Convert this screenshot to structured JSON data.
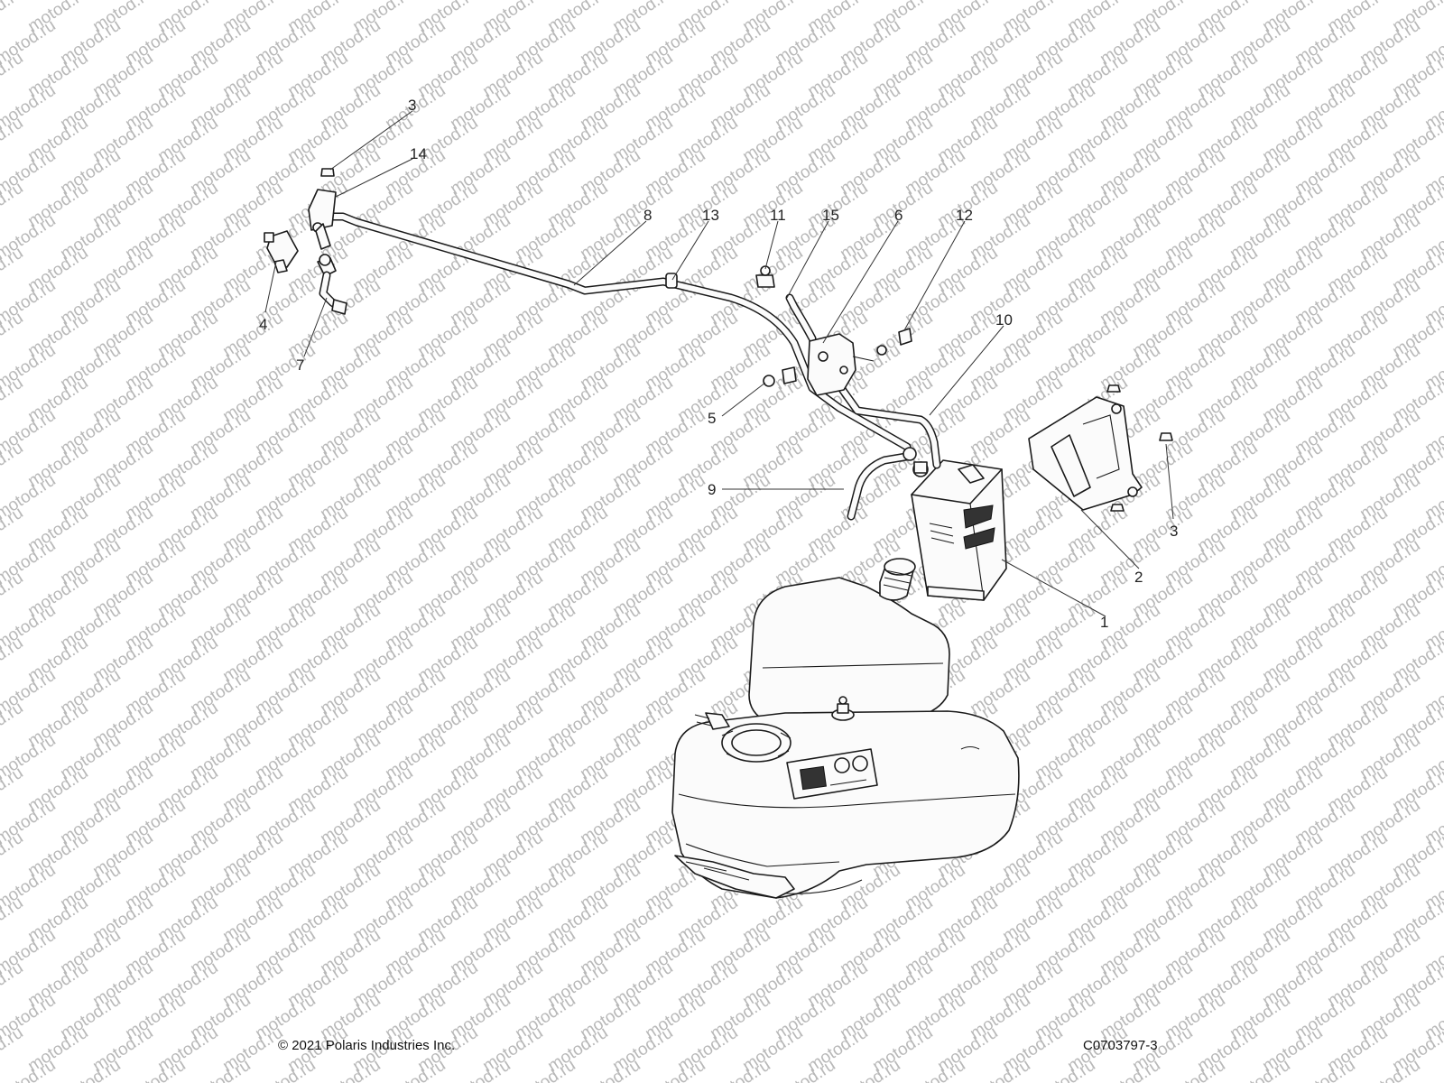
{
  "watermark": "motod.ru",
  "callouts": [
    {
      "id": "c1",
      "label": "1"
    },
    {
      "id": "c2",
      "label": "2"
    },
    {
      "id": "c3a",
      "label": "3"
    },
    {
      "id": "c3b",
      "label": "3"
    },
    {
      "id": "c4",
      "label": "4"
    },
    {
      "id": "c5",
      "label": "5"
    },
    {
      "id": "c6",
      "label": "6"
    },
    {
      "id": "c7",
      "label": "7"
    },
    {
      "id": "c8",
      "label": "8"
    },
    {
      "id": "c9",
      "label": "9"
    },
    {
      "id": "c10",
      "label": "10"
    },
    {
      "id": "c11",
      "label": "11"
    },
    {
      "id": "c12",
      "label": "12"
    },
    {
      "id": "c13",
      "label": "13"
    },
    {
      "id": "c14",
      "label": "14"
    },
    {
      "id": "c15",
      "label": "15"
    }
  ],
  "footer": {
    "copyright": "© 2021 Polaris Industries Inc.",
    "drawing_id": "C0703797-3"
  }
}
